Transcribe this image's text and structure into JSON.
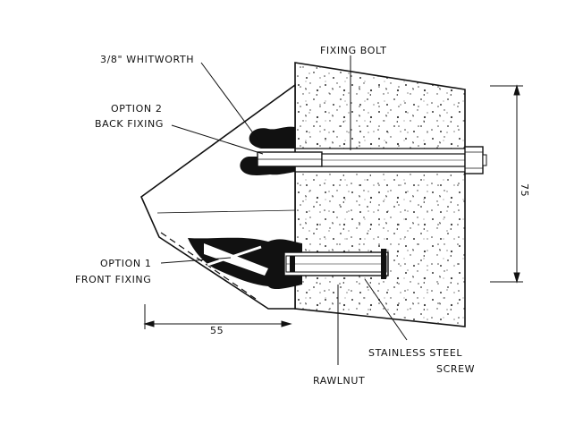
{
  "labels": {
    "whitworth": "3/8\" WHITWORTH",
    "fixing_bolt": "FIXING BOLT",
    "option2_line1": "OPTION 2",
    "option2_line2": "BACK FIXING",
    "option1_line1": "OPTION 1",
    "option1_line2": "FRONT FIXING",
    "stainless_line1": "STAINLESS STEEL",
    "stainless_line2": "SCREW",
    "rawlnut": "RAWLNUT"
  },
  "dimensions": {
    "height": "75",
    "width": "55"
  }
}
